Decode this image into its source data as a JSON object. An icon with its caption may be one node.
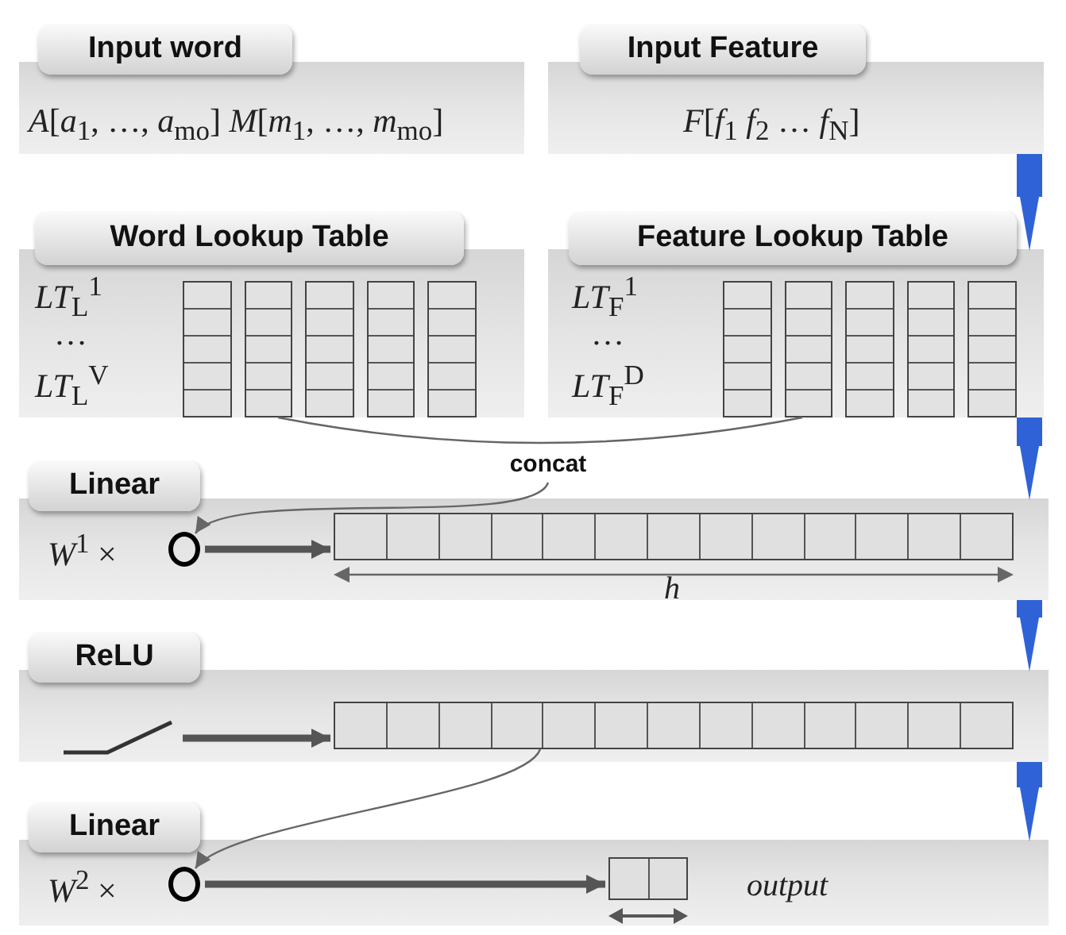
{
  "diagram": {
    "nodes": [
      {
        "text": [
          "Input word",
          "*A*[*a*$_{1}$, …, *a*$_{mo}$]  *M*[*m*$_{1}$, …, *m*$_{mo}$]"
        ]
      },
      {
        "text": [
          "Input Feature",
          "*F*[*f*$_{1}$  *f*$_{2}$  …  *f*$_{N}$]"
        ]
      },
      {
        "text": [
          "Word Lookup Table",
          "*LT*$_{L}$$^{1}$",
          "…",
          "*LT*$_{L}$$^{V}$"
        ]
      },
      {
        "text": [],
        "shape": "box",
        "in": 2
      },
      {
        "text": [
          "Feature Lookup Table",
          "*LT*$_{F}$$^{1}$",
          "…",
          "*LT*$_{F}$$^{D}$"
        ]
      },
      {
        "text": [],
        "shape": "box",
        "in": 4
      },
      {
        "text": [
          "concat"
        ]
      },
      {
        "text": [
          "Linear",
          "*W*$^{1}$ ×"
        ]
      },
      {
        "text": [],
        "shape": "circle",
        "in": 7
      },
      {
        "text": [],
        "shape": "bar",
        "in": 7,
        "beside": [
          "*h*"
        ]
      },
      {
        "text": [
          "ReLU"
        ]
      },
      {
        "text": [],
        "shape": "picture",
        "in": 10
      },
      {
        "text": [],
        "shape": "bar",
        "in": 10
      },
      {
        "text": [
          "Linear",
          "*W*$^{2}$ ×"
        ]
      },
      {
        "text": [],
        "shape": "circle",
        "in": 13
      },
      {
        "text": [],
        "shape": "bar",
        "in": 13,
        "beside": [
          "output"
        ]
      }
    ],
    "edges": [
      {
        "from": 3,
        "to": 5,
        "arrow": "none",
        "color": "#666666"
      },
      {
        "from": 6,
        "to": 8,
        "arrow": "to",
        "color": "#666666"
      },
      {
        "from": 8,
        "to": 9,
        "arrow": "to",
        "color": "#555555"
      },
      {
        "from": 11,
        "to": 12,
        "arrow": "to",
        "color": "#555555"
      },
      {
        "from": 12,
        "to": 14,
        "arrow": "to",
        "color": "#666666"
      },
      {
        "from": 14,
        "to": 15,
        "arrow": "to",
        "color": "#555555"
      },
      {
        "from": 1,
        "to": 4,
        "arrow": "to",
        "style": "thick",
        "color": "#2f62d6"
      },
      {
        "from": 4,
        "to": 7,
        "arrow": "to",
        "style": "thick",
        "color": "#2f62d6"
      },
      {
        "from": 7,
        "to": 10,
        "arrow": "to",
        "style": "thick",
        "color": "#2f62d6"
      },
      {
        "from": 10,
        "to": 13,
        "arrow": "to",
        "style": "thick",
        "color": "#2f62d6"
      }
    ]
  }
}
